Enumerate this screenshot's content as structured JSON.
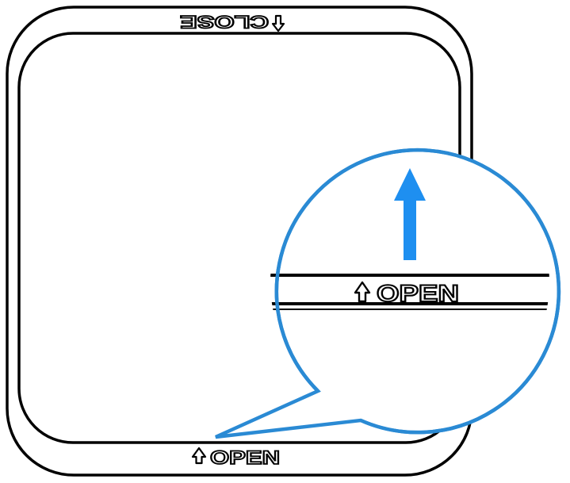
{
  "lid": {
    "close_label": "CLOSE",
    "open_label": "OPEN",
    "close_icon": "arrow-down-outline-icon",
    "open_icon": "arrow-up-outline-icon"
  },
  "callout": {
    "open_label": "OPEN",
    "open_icon": "arrow-up-outline-icon",
    "direction_icon": "arrow-up-icon"
  },
  "colors": {
    "line": "#000000",
    "accent": "#2a8ad4",
    "arrow": "#1e8ff0",
    "background": "#ffffff"
  }
}
